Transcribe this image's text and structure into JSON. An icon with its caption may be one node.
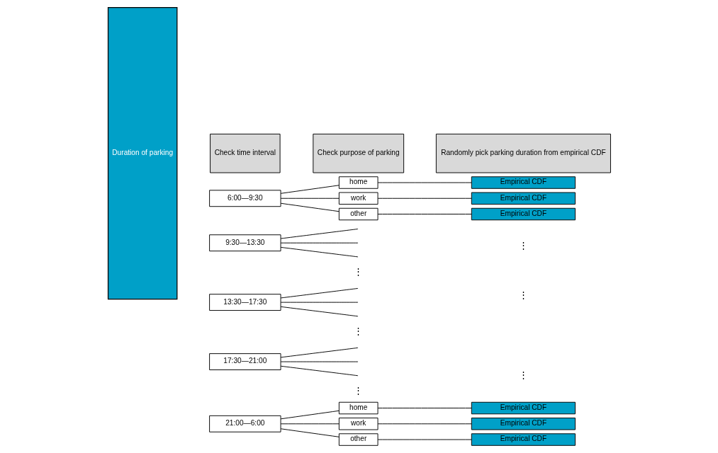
{
  "diagram": {
    "nodes": [
      {
        "text": [
          "Duration of parking"
        ]
      },
      {
        "text": [
          "Check time interval"
        ]
      },
      {
        "text": [
          "Check purpose of parking"
        ]
      },
      {
        "text": [
          "Randomly pick parking duration from empirical CDF"
        ]
      },
      {
        "text": [
          "6:00—9:30"
        ]
      },
      {
        "text": [
          "home"
        ]
      },
      {
        "text": [
          "work"
        ]
      },
      {
        "text": [
          "other"
        ]
      },
      {
        "text": [
          "Empirical CDF"
        ]
      },
      {
        "text": [
          "Empirical CDF"
        ]
      },
      {
        "text": [
          "Empirical CDF"
        ]
      },
      {
        "text": [
          "9:30—13:30"
        ]
      },
      {
        "text": [
          "13:30—17:30"
        ]
      },
      {
        "text": [
          "17:30—21:00"
        ]
      },
      {
        "text": [
          "21:00—6:00"
        ]
      },
      {
        "text": [
          "home"
        ]
      },
      {
        "text": [
          "work"
        ]
      },
      {
        "text": [
          "other"
        ]
      },
      {
        "text": [
          "Empirical CDF"
        ]
      },
      {
        "text": [
          "Empirical CDF"
        ]
      },
      {
        "text": [
          "Empirical CDF"
        ]
      }
    ],
    "edges": [
      {
        "from": 4,
        "to": 5,
        "arrow": "none"
      },
      {
        "from": 4,
        "to": 6,
        "arrow": "none"
      },
      {
        "from": 4,
        "to": 7,
        "arrow": "none"
      },
      {
        "from": 5,
        "to": 8,
        "arrow": "none"
      },
      {
        "from": 6,
        "to": 9,
        "arrow": "none"
      },
      {
        "from": 7,
        "to": 10,
        "arrow": "none"
      },
      {
        "from": 11,
        "to": null,
        "arrow": "none"
      },
      {
        "from": 11,
        "to": null,
        "arrow": "none"
      },
      {
        "from": 11,
        "to": null,
        "arrow": "none"
      },
      {
        "from": 12,
        "to": null,
        "arrow": "none"
      },
      {
        "from": 12,
        "to": null,
        "arrow": "none"
      },
      {
        "from": 12,
        "to": null,
        "arrow": "none"
      },
      {
        "from": 13,
        "to": null,
        "arrow": "none"
      },
      {
        "from": 13,
        "to": null,
        "arrow": "none"
      },
      {
        "from": 13,
        "to": null,
        "arrow": "none"
      },
      {
        "from": 14,
        "to": 15,
        "arrow": "none"
      },
      {
        "from": 14,
        "to": 16,
        "arrow": "none"
      },
      {
        "from": 14,
        "to": 17,
        "arrow": "none"
      },
      {
        "from": 15,
        "to": 18,
        "arrow": "none"
      },
      {
        "from": 16,
        "to": 19,
        "arrow": "none"
      },
      {
        "from": 17,
        "to": 20,
        "arrow": "none"
      }
    ],
    "labels": [
      "⋮",
      "⋮",
      "⋮",
      "⋮",
      "⋮",
      "⋮"
    ]
  }
}
